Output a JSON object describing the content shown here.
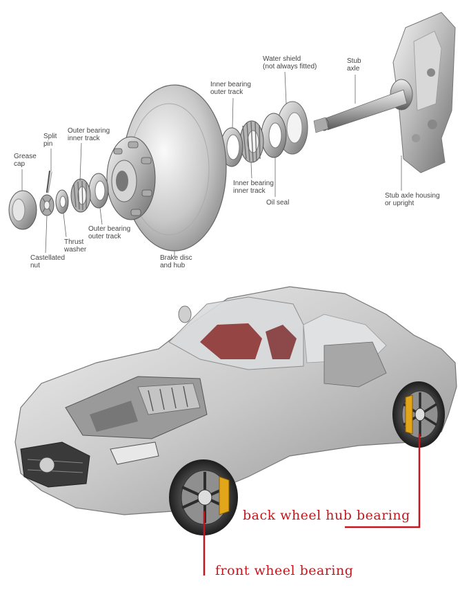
{
  "exploded_view": {
    "labels": [
      {
        "id": "grease-cap",
        "text": "Grease\ncap"
      },
      {
        "id": "split-pin",
        "text": "Split\npin"
      },
      {
        "id": "outer-bearing-inner-track",
        "text": "Outer bearing\ninner track"
      },
      {
        "id": "castellated-nut",
        "text": "Castellated\nnut"
      },
      {
        "id": "thrust-washer",
        "text": "Thrust\nwasher"
      },
      {
        "id": "outer-bearing-outer-track",
        "text": "Outer bearing\nouter track"
      },
      {
        "id": "brake-disc-and-hub",
        "text": "Brake disc\nand hub"
      },
      {
        "id": "inner-bearing-outer-track",
        "text": "Inner bearing\nouter track"
      },
      {
        "id": "inner-bearing-inner-track",
        "text": "Inner bearing\ninner track"
      },
      {
        "id": "oil-seal",
        "text": "Oil seal"
      },
      {
        "id": "water-shield",
        "text": "Water shield\n(not always fitted)"
      },
      {
        "id": "stub-axle",
        "text": "Stub\naxle"
      },
      {
        "id": "stub-axle-housing",
        "text": "Stub axle housing\nor upright"
      }
    ]
  },
  "car_view": {
    "back_label": "back wheel hub bearing",
    "front_label": "front wheel bearing",
    "accent_color": "#c4161c"
  }
}
